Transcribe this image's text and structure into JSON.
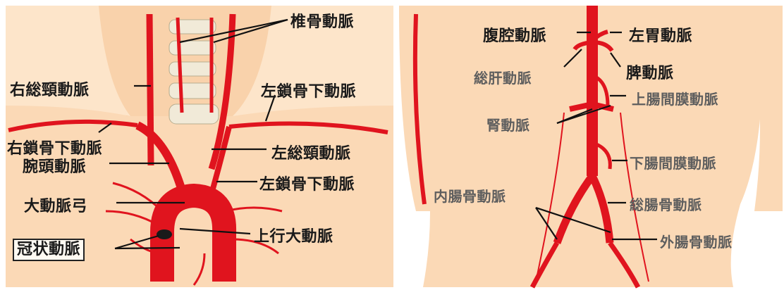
{
  "left_panel": {
    "labels": {
      "vertebral": "椎骨動脈",
      "right_common_carotid": "右総頸動脈",
      "left_subclavian_top": "左鎖骨下動脈",
      "right_subclavian": "右鎖骨下動脈",
      "brachiocephalic": "腕頭動脈",
      "left_common_carotid": "左総頸動脈",
      "left_subclavian_mid": "左鎖骨下動脈",
      "aortic_arch": "大動脈弓",
      "ascending_aorta": "上行大動脈",
      "coronary": "冠状動脈"
    }
  },
  "right_panel": {
    "labels": {
      "celiac": "腹腔動脈",
      "left_gastric": "左胃動脈",
      "common_hepatic": "総肝動脈",
      "splenic": "脾動脈",
      "superior_mesenteric": "上腸間膜動脈",
      "renal": "腎動脈",
      "inferior_mesenteric": "下腸間膜動脈",
      "internal_iliac": "内腸骨動脈",
      "common_iliac": "総腸骨動脈",
      "external_iliac": "外腸骨動脈"
    }
  },
  "colors": {
    "skin": "#fbd9b6",
    "skin_shadow": "#f3c49b",
    "artery": "#e0141e",
    "artery_dark": "#b30c14",
    "vertebra": "#f1ead8"
  }
}
